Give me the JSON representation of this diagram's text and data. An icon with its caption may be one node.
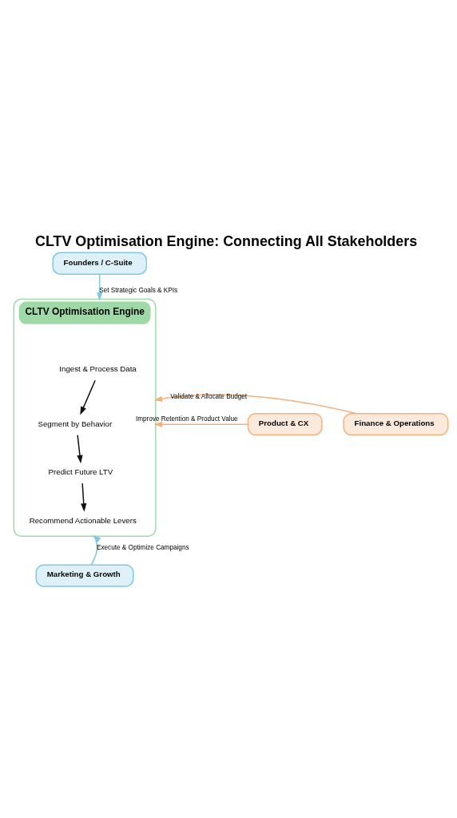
{
  "diagram": {
    "title": "CLTV Optimisation Engine: Connecting All Stakeholders",
    "nodes": [
      {
        "text": [
          "Founders / C-Suite"
        ]
      },
      {
        "text": [
          "CLTV Optimisation Engine"
        ]
      },
      {
        "text": [
          "Ingest & Process Data"
        ],
        "in": 1
      },
      {
        "text": [
          "Segment by Behavior"
        ],
        "in": 1
      },
      {
        "text": [
          "Predict Future LTV"
        ],
        "in": 1
      },
      {
        "text": [
          "Recommend Actionable Levers"
        ],
        "in": 1
      },
      {
        "text": [
          "Product & CX"
        ]
      },
      {
        "text": [
          "Finance & Operations"
        ]
      },
      {
        "text": [
          "Marketing & Growth"
        ]
      }
    ],
    "edges": [
      {
        "from": 0,
        "to": 1,
        "arrow": "to",
        "label": "Set Strategic Goals & KPIs",
        "color": "#7ec8e3"
      },
      {
        "from": 6,
        "to": 1,
        "arrow": "to",
        "label": "Improve Retention & Product Value",
        "color": "#f2b27e"
      },
      {
        "from": 7,
        "to": 1,
        "arrow": "to",
        "label": "Validate & Allocate Budget",
        "color": "#f2b27e"
      },
      {
        "from": 8,
        "to": 1,
        "arrow": "to",
        "label": "Execute & Optimize Campaigns",
        "color": "#7ec8e3"
      },
      {
        "from": 2,
        "to": 3,
        "arrow": "to",
        "color": "#111111"
      },
      {
        "from": 3,
        "to": 4,
        "arrow": "to",
        "color": "#111111"
      },
      {
        "from": 4,
        "to": 5,
        "arrow": "to",
        "color": "#111111"
      }
    ]
  }
}
